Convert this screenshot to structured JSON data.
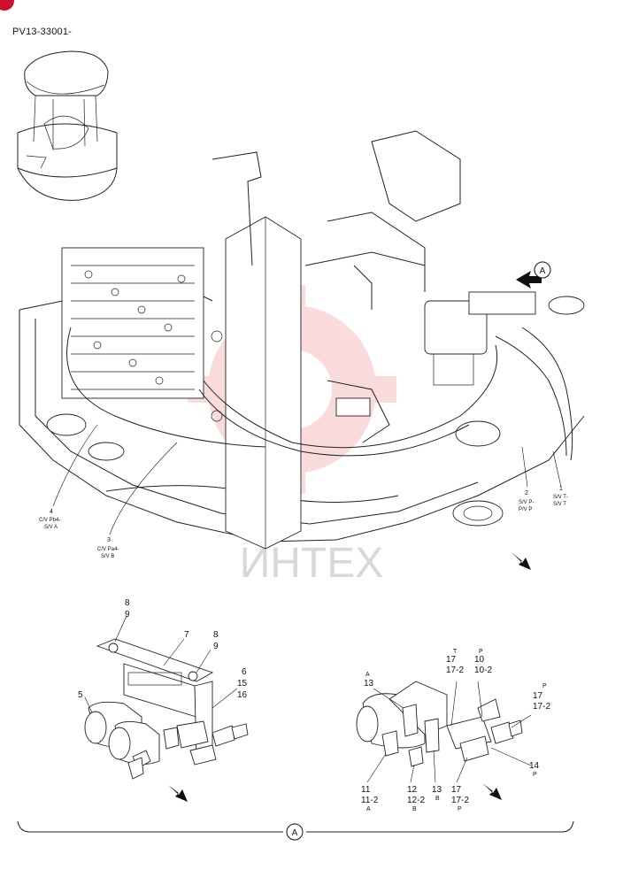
{
  "page": {
    "code": "PV13-33001-"
  },
  "watermark": {
    "text": "ИНТЕХ",
    "color": "#e23b3b"
  },
  "main_view": {
    "view_marker": "A",
    "callouts": [
      {
        "num": "1",
        "lines": [
          "S/V T-",
          "S/V T"
        ]
      },
      {
        "num": "2",
        "lines": [
          "S/V P-",
          "P/V P"
        ]
      },
      {
        "num": "3",
        "lines": [
          "C/V Pa4-",
          "S/V B"
        ]
      },
      {
        "num": "4",
        "lines": [
          "C/V Pb4-",
          "S/V A"
        ]
      }
    ]
  },
  "detail_left": {
    "labels": [
      "8",
      "9",
      "7",
      "8",
      "9",
      "6",
      "15",
      "16",
      "5"
    ]
  },
  "detail_right": {
    "labels": {
      "a_top": "A",
      "n13_top": "13",
      "t": "T",
      "n17_t": "17",
      "n17_2_t": "17-2",
      "p1": "P",
      "n10": "10",
      "n10_2": "10-2",
      "p2": "P",
      "n17_r": "17",
      "n17_2_r": "17-2",
      "n14": "14",
      "p3": "P",
      "n11": "11",
      "n11_2": "11-2",
      "a_b": "A",
      "n12": "12",
      "n12_2": "12-2",
      "b1": "B",
      "n13_b": "13",
      "b2": "B",
      "n17_b": "17",
      "n17_2_b": "17-2",
      "p4": "P"
    }
  },
  "bottom_marker": "A"
}
